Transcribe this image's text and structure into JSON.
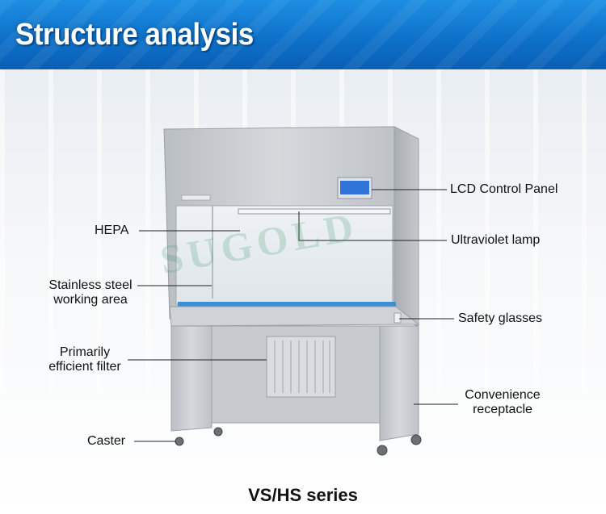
{
  "header": {
    "title": "Structure analysis"
  },
  "watermark": {
    "text": "SUGOLD"
  },
  "labels": {
    "hepa": "HEPA",
    "stainless_line1": "Stainless steel",
    "stainless_line2": "working area",
    "primary_line1": "Primarily",
    "primary_line2": "efficient filter",
    "caster": "Caster",
    "lcd": "LCD Control Panel",
    "uv": "Ultraviolet lamp",
    "safety": "Safety glasses",
    "receptacle_line1": "Convenience",
    "receptacle_line2": "receptacle"
  },
  "footer": {
    "series": "VS/HS series"
  },
  "colors": {
    "banner": "#0d6fc8",
    "panel_screen": "#2f74d6",
    "steel": "#c9cdd1"
  }
}
